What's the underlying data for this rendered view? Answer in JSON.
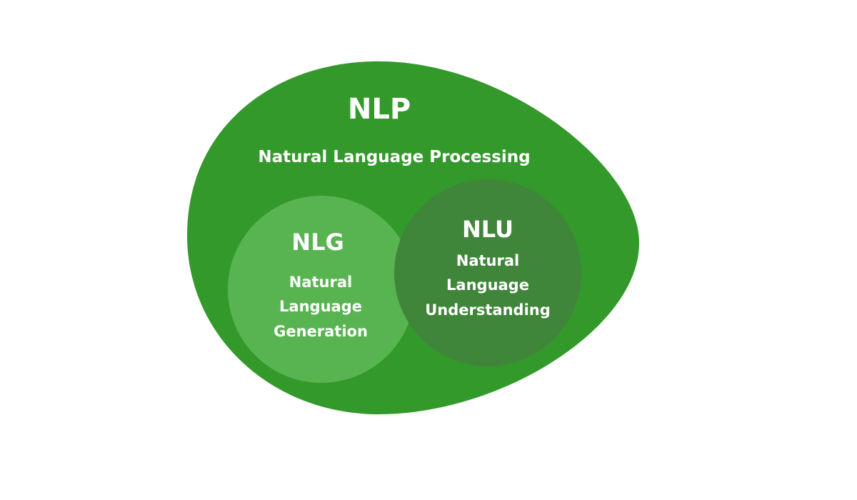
{
  "colors": {
    "nlp": "#33992b",
    "nlg": "#58b450",
    "nlu": "#40863a",
    "text": "#ffffff"
  },
  "nlp": {
    "abbr": "NLP",
    "full": "Natural Language Processing"
  },
  "nlg": {
    "abbr": "NLG",
    "lines": [
      "Natural",
      "Language",
      "Generation"
    ]
  },
  "nlu": {
    "abbr": "NLU",
    "lines": [
      "Natural",
      "Language",
      "Understanding"
    ]
  }
}
